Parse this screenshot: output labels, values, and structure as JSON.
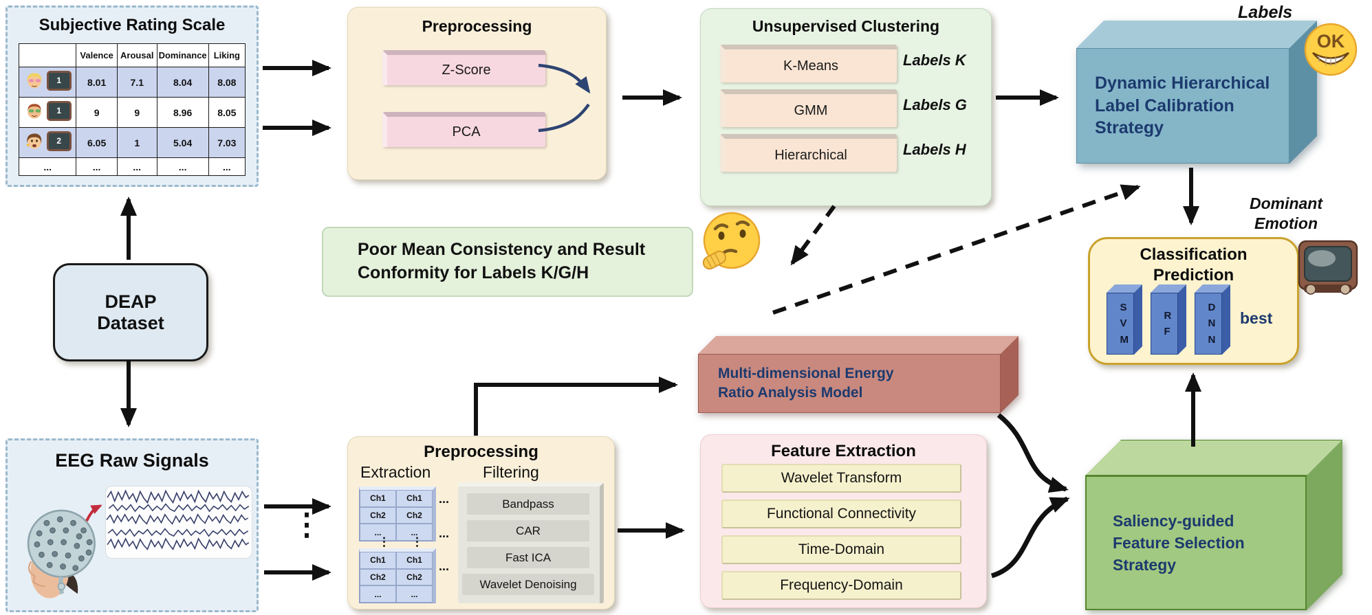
{
  "colors": {
    "panel_cream": "#faf0da",
    "panel_green_light": "#e7f3e3",
    "note_green": "#e4f1db",
    "panel_pink": "#fbe8ea",
    "panel_blue_light": "#e7eff6",
    "bar_pink": "#f8d8e0",
    "bar_peach": "#fae5d4",
    "chip_yellow": "#f6f1cd",
    "chip_gray": "#d6d5cd",
    "box_blue": "#84b6c8",
    "box_red": "#c9897f",
    "box_green": "#a2c981",
    "pillar_blue": "#6286ca",
    "accent_navy": "#1c3a6e",
    "gold_border": "#c9a22c"
  },
  "rating_scale": {
    "title": "Subjective Rating Scale",
    "columns": [
      "Valence",
      "Arousal",
      "Dominance",
      "Liking"
    ],
    "rows": [
      {
        "avatar": "woman-blonde-avatar",
        "video_number": "1",
        "values": [
          "8.01",
          "7.1",
          "8.04",
          "8.08"
        ]
      },
      {
        "avatar": "man-sunglasses-avatar",
        "video_number": "1",
        "values": [
          "9",
          "9",
          "8.96",
          "8.05"
        ]
      },
      {
        "avatar": "woman-smiling-avatar",
        "video_number": "2",
        "values": [
          "6.05",
          "1",
          "5.04",
          "7.03"
        ]
      },
      {
        "avatar": "ellipsis",
        "video_number": "",
        "values": [
          "...",
          "...",
          "...",
          "..."
        ]
      }
    ],
    "ellipsis": "..."
  },
  "preprocessing_top": {
    "title": "Preprocessing",
    "items": [
      "Z-Score",
      "PCA"
    ]
  },
  "clustering": {
    "title": "Unsupervised Clustering",
    "methods": [
      {
        "name": "K-Means",
        "label": "Labels K"
      },
      {
        "name": "GMM",
        "label": "Labels G"
      },
      {
        "name": "Hierarchical",
        "label": "Labels H"
      }
    ]
  },
  "calibration": {
    "lines": [
      "Dynamic Hierarchical",
      "Label Calibration",
      "Strategy"
    ],
    "top_label": "Labels",
    "emoji": "ok-grinning-emoji"
  },
  "consistency_note": {
    "lines": [
      "Poor Mean Consistency and Result",
      "Conformity for Labels K/G/H"
    ],
    "emoji": "thinking-face-emoji"
  },
  "deap": {
    "lines": [
      "DEAP",
      "Dataset"
    ]
  },
  "eeg": {
    "title": "EEG Raw Signals",
    "dots_vertical": "⋮"
  },
  "preprocessing_bottom": {
    "title": "Preprocessing",
    "extraction_label": "Extraction",
    "filtering_label": "Filtering",
    "grid": [
      "Ch1",
      "Ch1",
      "Ch2",
      "Ch2",
      "...",
      "..."
    ],
    "filters": [
      "Bandpass",
      "CAR",
      "Fast ICA",
      "Wavelet Denoising"
    ],
    "dots_horizontal": "...",
    "dots_vertical": "⋮"
  },
  "feature_extraction": {
    "title": "Feature Extraction",
    "items": [
      "Wavelet Transform",
      "Functional Connectivity",
      "Time-Domain",
      "Frequency-Domain"
    ]
  },
  "energy_model": {
    "lines": [
      "Multi-dimensional Energy",
      "Ratio Analysis Model"
    ]
  },
  "saliency": {
    "lines": [
      "Saliency-guided",
      "Feature Selection",
      "Strategy"
    ]
  },
  "classification": {
    "lines": [
      "Classification",
      "Prediction"
    ],
    "classifiers": [
      "SVM",
      "RF",
      "DNN"
    ],
    "best_label": "best",
    "annotation_lines": [
      "Dominant",
      "Emotion"
    ],
    "emoji": "television-emoji"
  }
}
